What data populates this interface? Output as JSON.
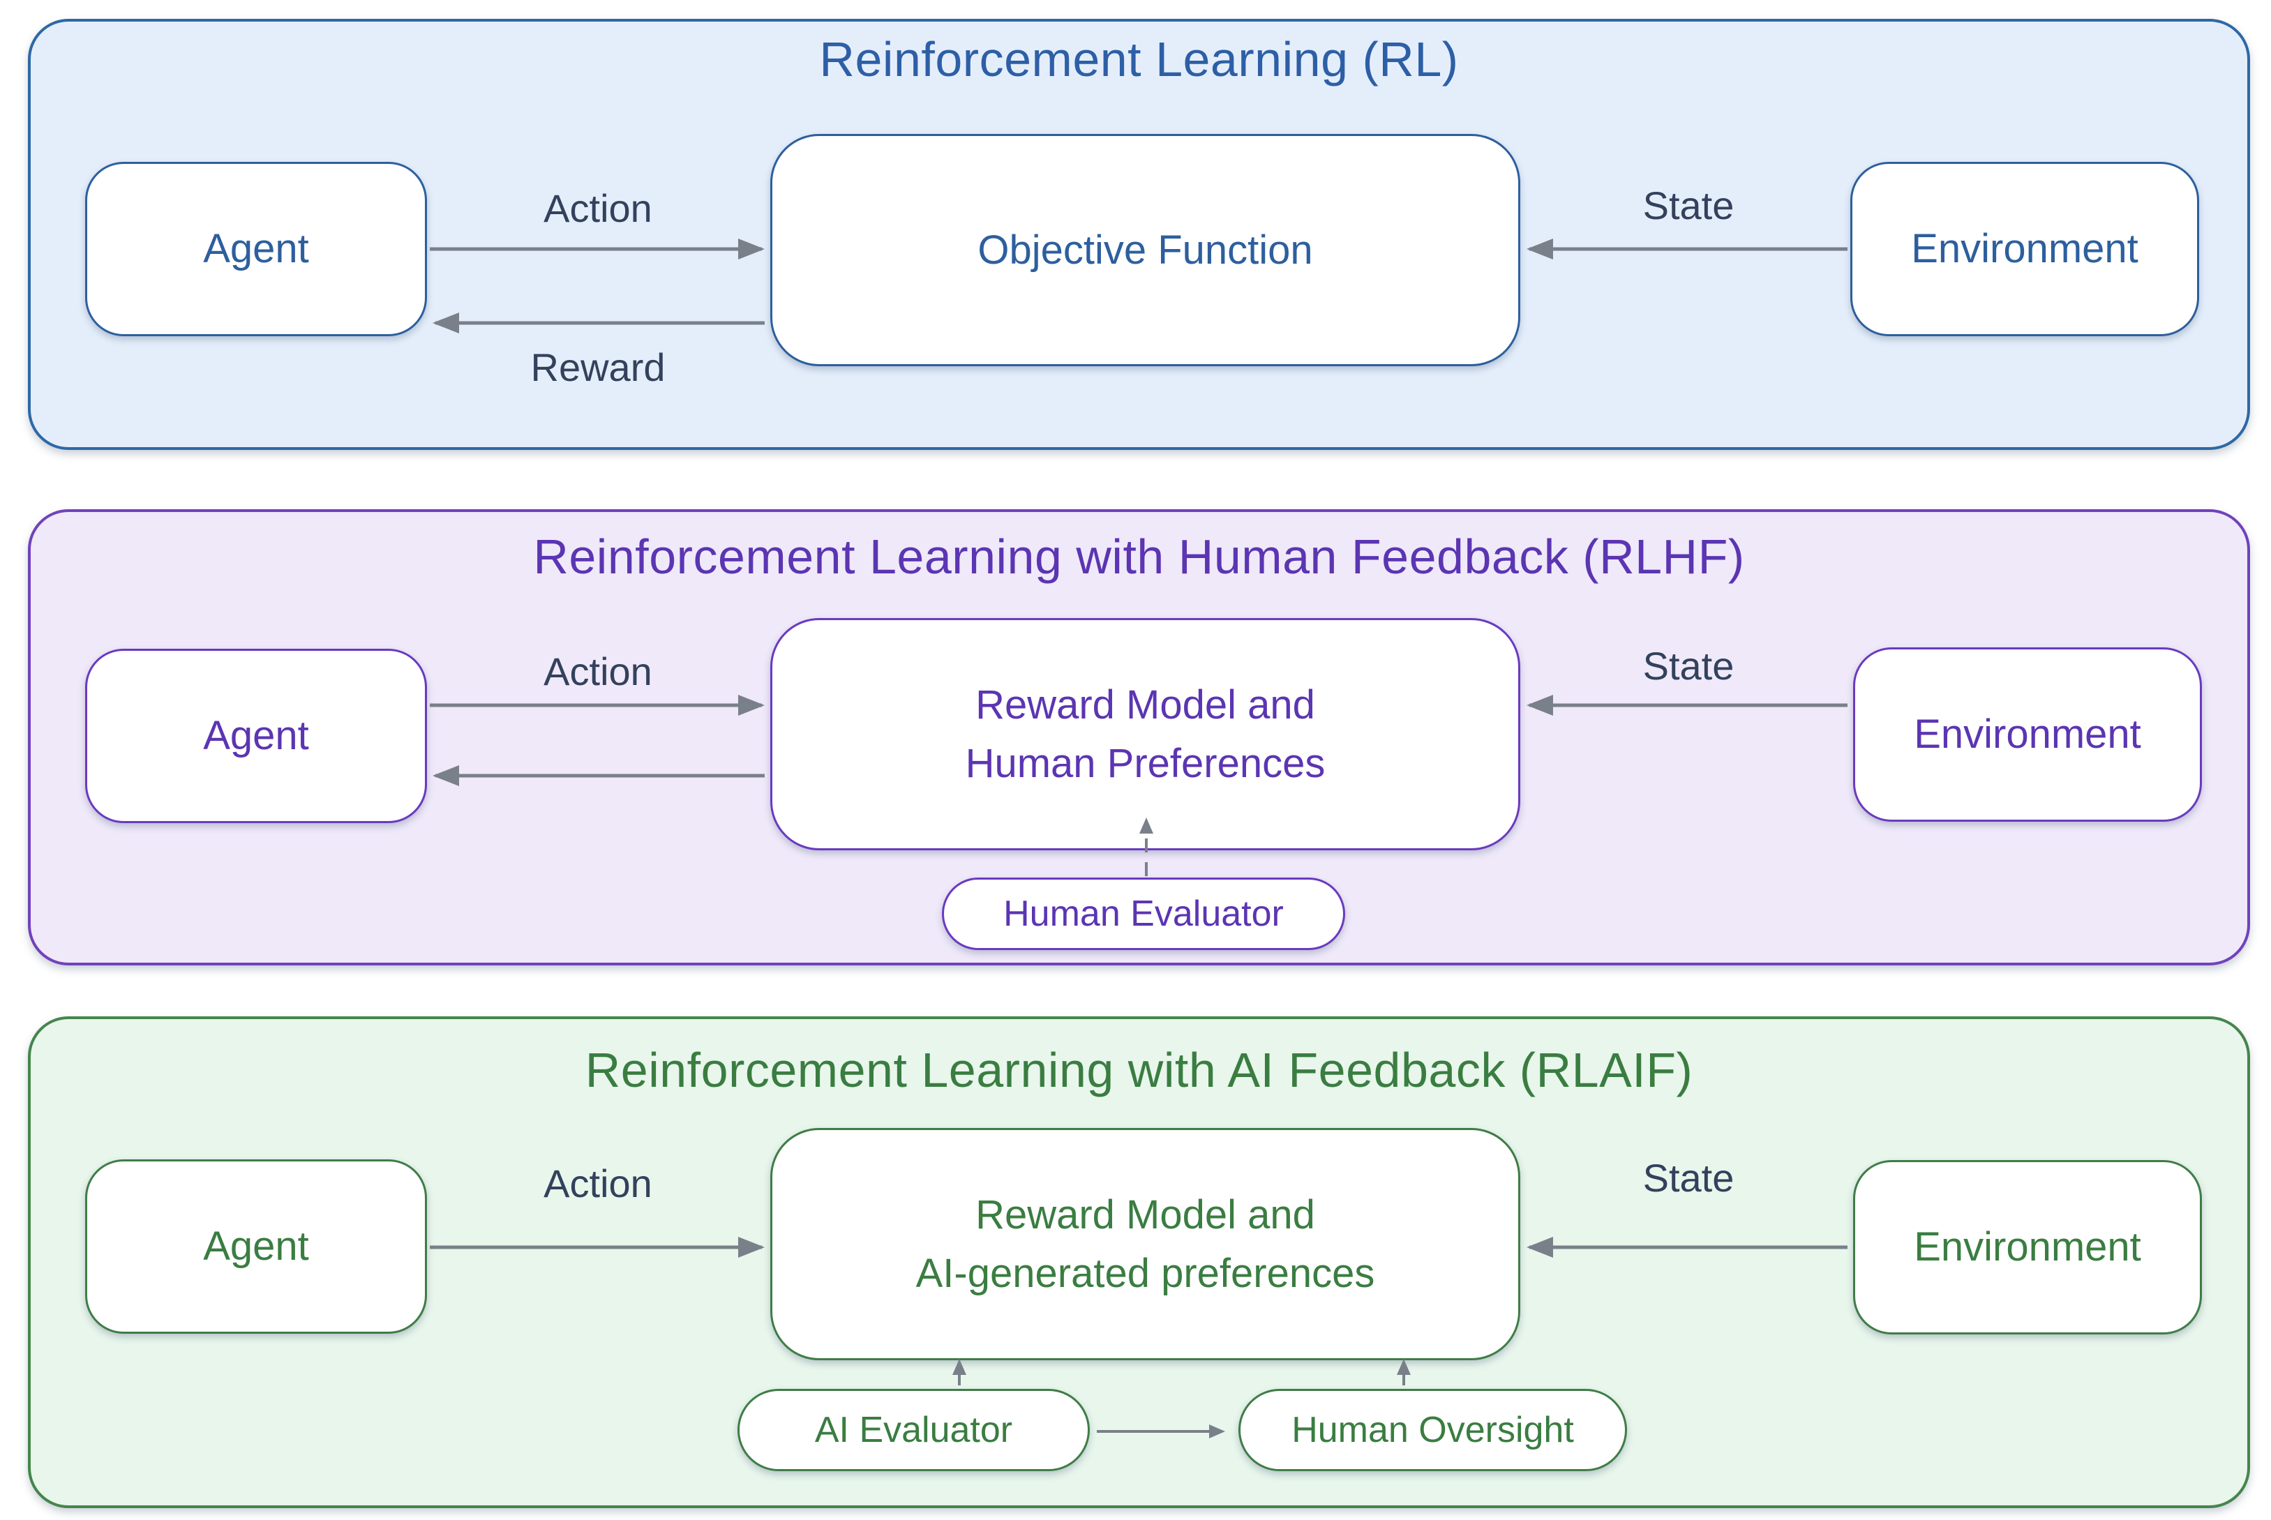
{
  "colors": {
    "arrow": "#7a8089",
    "edge_label_text": "#33415c",
    "rl": {
      "background": "#e4eefb",
      "border": "#2e68a6",
      "accent": "#2d5fa6"
    },
    "rlhf": {
      "background": "#efe9fa",
      "border": "#7142bb",
      "accent": "#5b35b2"
    },
    "rlaif": {
      "background": "#e8f6ec",
      "border": "#45854b",
      "accent": "#3a7d41"
    }
  },
  "panels": [
    {
      "title": "Reinforcement Learning (RL)",
      "nodes": {
        "agent": "Agent",
        "center_line1": "Objective Function",
        "environment": "Environment"
      },
      "edge_labels": {
        "action": "Action",
        "reward": "Reward",
        "state": "State"
      }
    },
    {
      "title": "Reinforcement Learning with Human Feedback (RLHF)",
      "nodes": {
        "agent": "Agent",
        "center_line1": "Reward Model and",
        "center_line2": "Human Preferences",
        "environment": "Environment",
        "evaluator": "Human Evaluator"
      },
      "edge_labels": {
        "action": "Action",
        "state": "State"
      }
    },
    {
      "title": "Reinforcement Learning with AI Feedback (RLAIF)",
      "nodes": {
        "agent": "Agent",
        "center_line1": "Reward Model and",
        "center_line2": "AI-generated preferences",
        "environment": "Environment",
        "ai_evaluator": "AI Evaluator",
        "human_oversight": "Human Oversight"
      },
      "edge_labels": {
        "action": "Action",
        "state": "State"
      }
    }
  ]
}
